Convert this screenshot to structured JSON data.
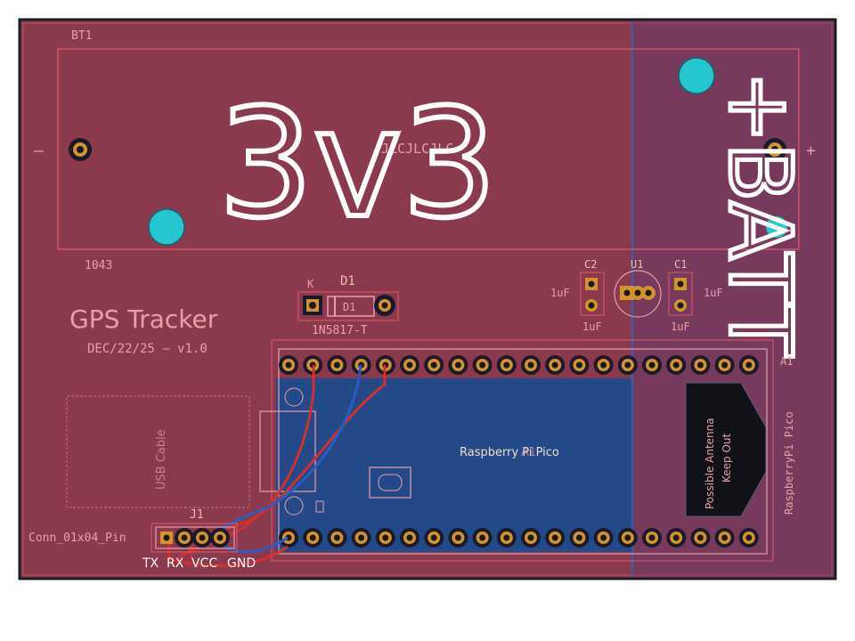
{
  "board": {
    "title": "GPS Tracker",
    "version_line": "DEC/22/25 — v1.0",
    "big_text_3v3": "3v3",
    "big_text_batt": "+BATT",
    "colors": {
      "background": "#ffffff",
      "board_fill": "#8b3a4e",
      "board_outline": "#1a1a2a",
      "courtyard": "#e05a6a",
      "silkscreen": "#e8a0a8",
      "blue_zone": "#1e4a8c",
      "pad_copper": "#d4932e",
      "drill": "#1a1a1a",
      "mounting_hole": "#26c6d0",
      "red_trace": "#d0302e",
      "blue_trace": "#2c5cc0",
      "white_text": "#ffffff"
    }
  },
  "battery": {
    "ref": "BT1",
    "value": "1043",
    "minus_label": "—",
    "plus_label": "+",
    "center_text": "JLCJLCJLC"
  },
  "diode": {
    "ref": "D1",
    "pin_label": "K",
    "body_text": "D1",
    "value": "1N5817-T"
  },
  "caps": [
    {
      "ref": "C2",
      "value": "1uF",
      "side_value": "1uF"
    },
    {
      "ref": "C1",
      "value": "1uF",
      "side_value": "1uF"
    }
  ],
  "regulator": {
    "ref": "U1"
  },
  "pico": {
    "label": "Raspberry Pi Pico",
    "ref_overlay": "A1",
    "ref_top": "A1",
    "side_label": "RaspberryPi Pico",
    "antenna_text_1": "Possible Antenna",
    "antenna_text_2": "Keep Out"
  },
  "usb": {
    "label": "USB Cable"
  },
  "connector": {
    "ref": "J1",
    "value": "Conn_01x04_Pin",
    "pins": [
      "TX",
      "RX",
      "VCC",
      "GND"
    ]
  }
}
